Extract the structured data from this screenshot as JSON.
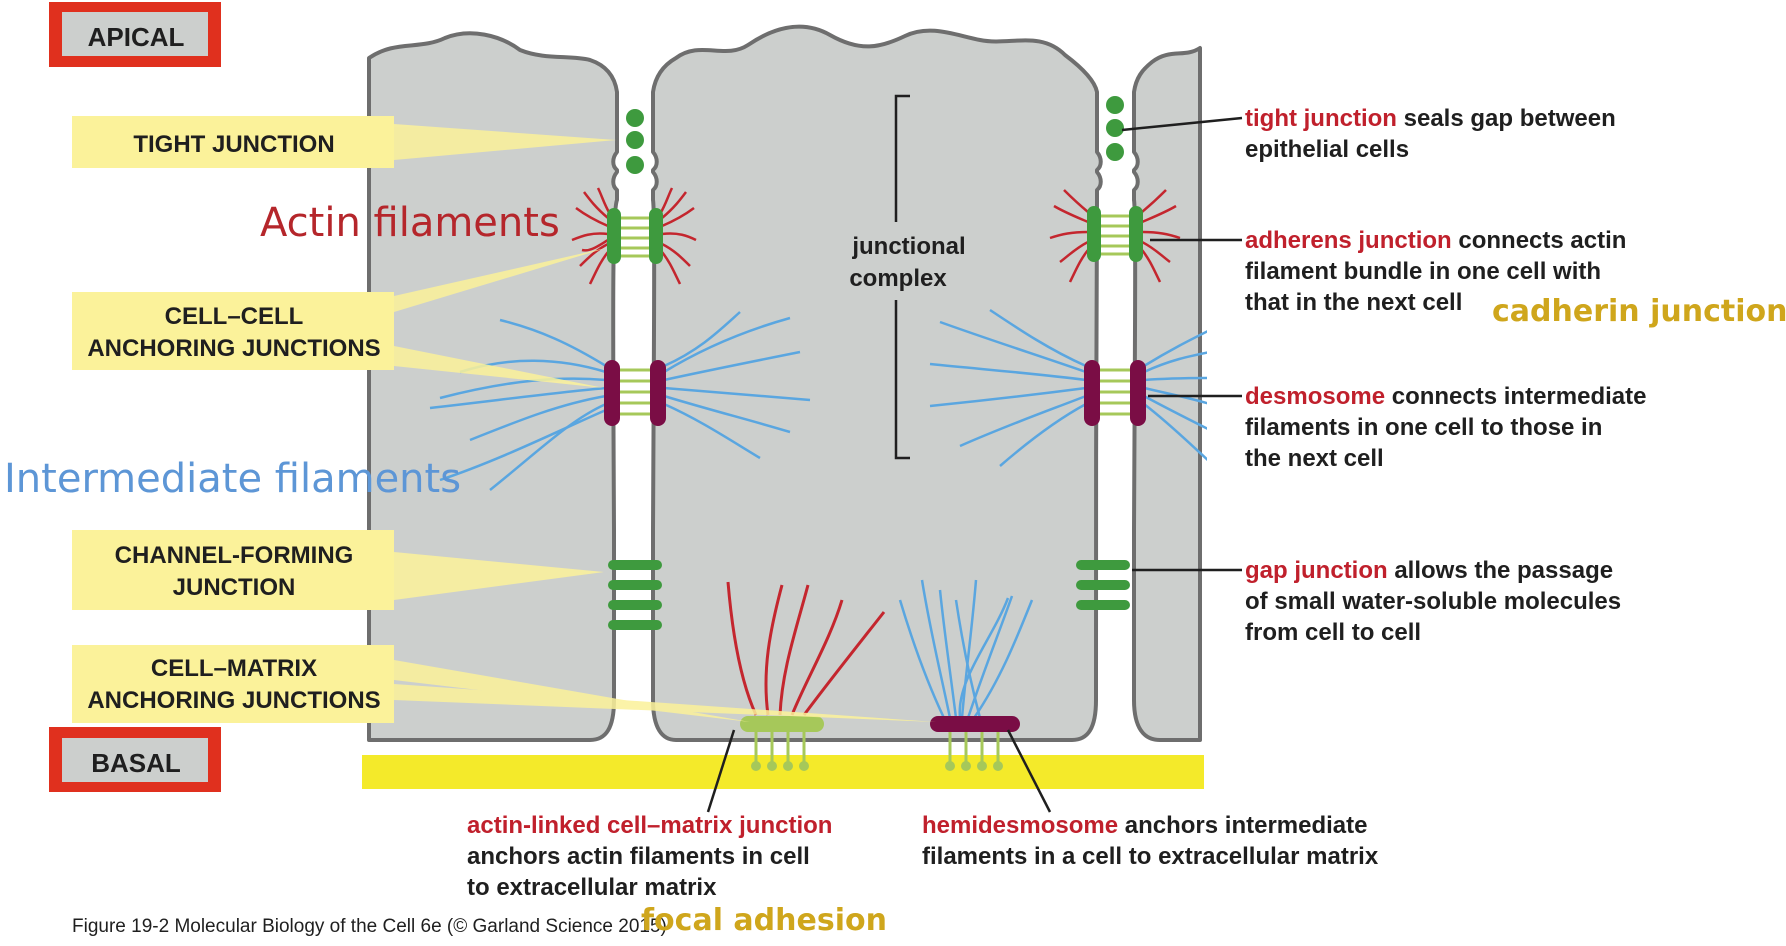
{
  "labels": {
    "apical": "APICAL",
    "basal": "BASAL",
    "tight": "TIGHT JUNCTION",
    "cell_cell_1": "CELL–CELL",
    "cell_cell_2": "ANCHORING JUNCTIONS",
    "channel_1": "CHANNEL-FORMING",
    "channel_2": "JUNCTION",
    "cell_matrix_1": "CELL–MATRIX",
    "cell_matrix_2": "ANCHORING JUNCTIONS",
    "junctional_1": "junctional",
    "junctional_2": "complex"
  },
  "annotations": {
    "actin": "Actin filaments",
    "intermediate": "Intermediate filaments",
    "cadherin": "cadherin junction",
    "focal": "focal adhesion"
  },
  "descriptions": {
    "tight": {
      "term": "tight junction",
      "line1": " seals gap between",
      "line2": "epithelial cells"
    },
    "adherens": {
      "term": "adherens junction",
      "line1": " connects actin",
      "line2": "filament bundle in one cell with",
      "line3": "that in the next cell"
    },
    "desmosome": {
      "term": "desmosome",
      "line1": " connects intermediate",
      "line2": "filaments in one cell to those in",
      "line3": "the next cell"
    },
    "gap": {
      "term": "gap junction",
      "line1": " allows the passage",
      "line2": "of small water-soluble molecules",
      "line3": "from cell to cell"
    },
    "actin_matrix": {
      "term": "actin-linked cell–matrix junction",
      "line2": "anchors actin filaments in cell",
      "line3": "to extracellular matrix"
    },
    "hemidesmosome": {
      "term": "hemidesmosome",
      "line1": " anchors intermediate",
      "line2": "filaments in a cell to extracellular matrix"
    }
  },
  "caption": "Figure 19-2  Molecular Biology of the Cell 6e (© Garland Science 2015)",
  "colors": {
    "cell": "#cccfcd",
    "membrane": "#6e6e6e",
    "label_box": "#fbf29a",
    "highlight_frame": "#e0301e",
    "actin": "#c4262e",
    "intermediate": "#5aa6e0",
    "adherens_plaque": "#3e9a3e",
    "desmosome_plaque": "#7a0d45",
    "linker": "#a6c85a",
    "matrix": "#f4ea2a"
  }
}
